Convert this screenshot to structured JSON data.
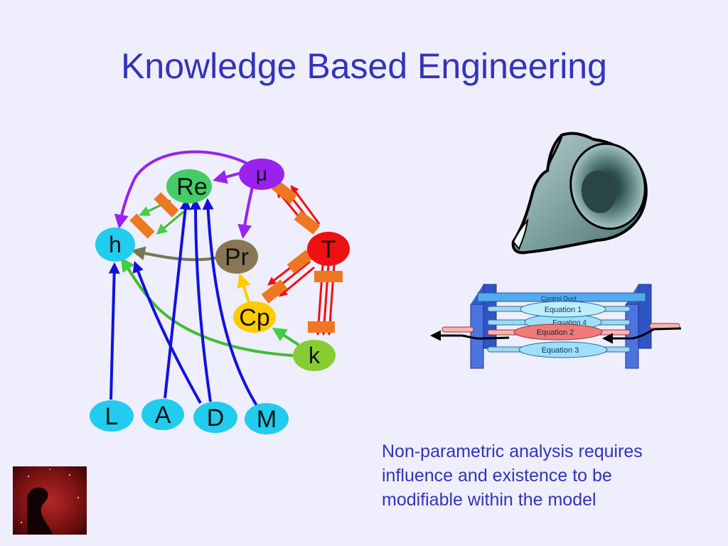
{
  "slide": {
    "title": "Knowledge Based Engineering",
    "caption_lines": [
      "Non-parametric analysis requires",
      "influence and existence to be",
      "modifiable within the model"
    ]
  },
  "graph": {
    "nodes": [
      {
        "id": "mu",
        "label": "μ",
        "color": "#9922ee"
      },
      {
        "id": "Re",
        "label": "Re",
        "color": "#44cc66"
      },
      {
        "id": "h",
        "label": "h",
        "color": "#22ccee"
      },
      {
        "id": "Pr",
        "label": "Pr",
        "color": "#887755"
      },
      {
        "id": "T",
        "label": "T",
        "color": "#ee1111"
      },
      {
        "id": "Cp",
        "label": "Cp",
        "color": "#ffcc00"
      },
      {
        "id": "k",
        "label": "k",
        "color": "#88cc33"
      },
      {
        "id": "L",
        "label": "L",
        "color": "#22ccee"
      },
      {
        "id": "A",
        "label": "A",
        "color": "#22ccee"
      },
      {
        "id": "D",
        "label": "D",
        "color": "#22ccee"
      },
      {
        "id": "M",
        "label": "M",
        "color": "#22ccee"
      }
    ],
    "edges": [
      {
        "from": "mu",
        "to": "h"
      },
      {
        "from": "mu",
        "to": "Re"
      },
      {
        "from": "mu",
        "to": "Pr"
      },
      {
        "from": "Re",
        "to": "h"
      },
      {
        "from": "Pr",
        "to": "h"
      },
      {
        "from": "T",
        "to": "mu"
      },
      {
        "from": "T",
        "to": "Cp"
      },
      {
        "from": "T",
        "to": "k"
      },
      {
        "from": "Cp",
        "to": "Pr"
      },
      {
        "from": "k",
        "to": "Cp"
      },
      {
        "from": "k",
        "to": "h"
      },
      {
        "from": "L",
        "to": "h"
      },
      {
        "from": "D",
        "to": "h"
      },
      {
        "from": "A",
        "to": "Re"
      },
      {
        "from": "D",
        "to": "Re"
      },
      {
        "from": "M",
        "to": "Re"
      }
    ]
  },
  "system_schematic": {
    "duct_label": "Control Duct",
    "equations": [
      "Equation 1",
      "Equation 4",
      "Equation 2",
      "Equation 3"
    ]
  }
}
